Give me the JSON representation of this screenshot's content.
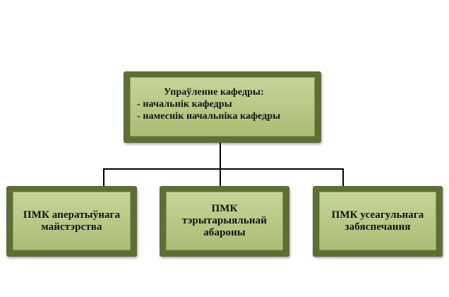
{
  "diagram": {
    "colors": {
      "frame": "#5e6f36",
      "fill": "#b7c884",
      "connector": "#000000"
    },
    "root": {
      "title": "Упраўленне кафедры:",
      "items": [
        "- начальнік кафедры",
        "- намеснік начальніка кафедры"
      ]
    },
    "children": [
      {
        "lines": [
          "ПМК аператыўнага",
          "майстэрства"
        ]
      },
      {
        "lines": [
          "ПМК",
          "тэрытарыяльнай",
          "абароны"
        ]
      },
      {
        "lines": [
          "ПМК усеагульнага",
          "забяспечання"
        ]
      }
    ]
  }
}
